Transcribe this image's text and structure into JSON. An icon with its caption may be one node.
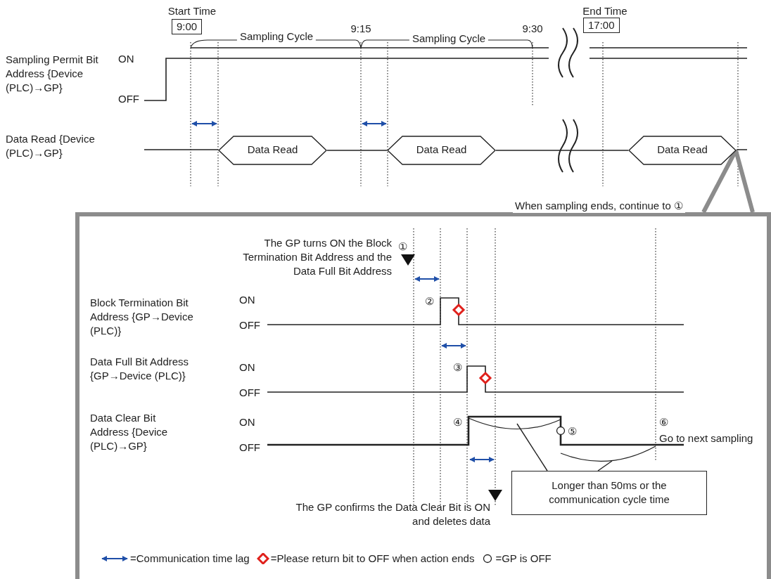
{
  "diagram": {
    "nodes": [
      {
        "text": [
          "Data Read"
        ]
      },
      {
        "text": [
          "Data Read"
        ]
      },
      {
        "text": [
          "Data Read"
        ]
      },
      {
        "text": [
          "When sampling ends, continue to ①"
        ]
      },
      {
        "text": [
          "Longer than 50ms or the communication cycle time"
        ],
        "in": 3
      }
    ],
    "edges": [
      {
        "from": 0,
        "to": 1,
        "arrow": "none"
      },
      {
        "from": 1,
        "to": 2,
        "arrow": "none"
      },
      {
        "from": 2,
        "to": 3,
        "arrow": "none",
        "style": "thick",
        "color": "#8c8c8c"
      },
      {
        "from": 4,
        "to": null,
        "arrow": "none"
      },
      {
        "from": 4,
        "to": null,
        "arrow": "none"
      }
    ],
    "labels": [
      "Start Time",
      "9:00",
      "9:15",
      "Sampling Cycle",
      "Sampling Cycle",
      "9:30",
      "End Time",
      "17:00",
      "Sampling Permit Bit Address {Device (PLC)→GP}",
      "ON",
      "OFF",
      "Data Read {Device (PLC)→GP}",
      "The GP turns ON the Block Termination Bit Address and the Data Full Bit Address",
      "①",
      "Block Termination Bit Address {GP→Device (PLC)}",
      "ON",
      "OFF",
      "②",
      "Data Full Bit Address {GP→Device (PLC)}",
      "ON",
      "OFF",
      "③",
      "Data Clear Bit Address {Device (PLC)→GP}",
      "ON",
      "OFF",
      "④",
      "⑤",
      "⑥",
      "Go to next sampling",
      "The GP confirms the Data Clear Bit is ON and deletes data"
    ],
    "legend": [
      {
        "text": "=Communication time lag"
      },
      {
        "text": "=Please return bit to OFF when action ends"
      },
      {
        "text": "=GP is OFF"
      }
    ]
  }
}
